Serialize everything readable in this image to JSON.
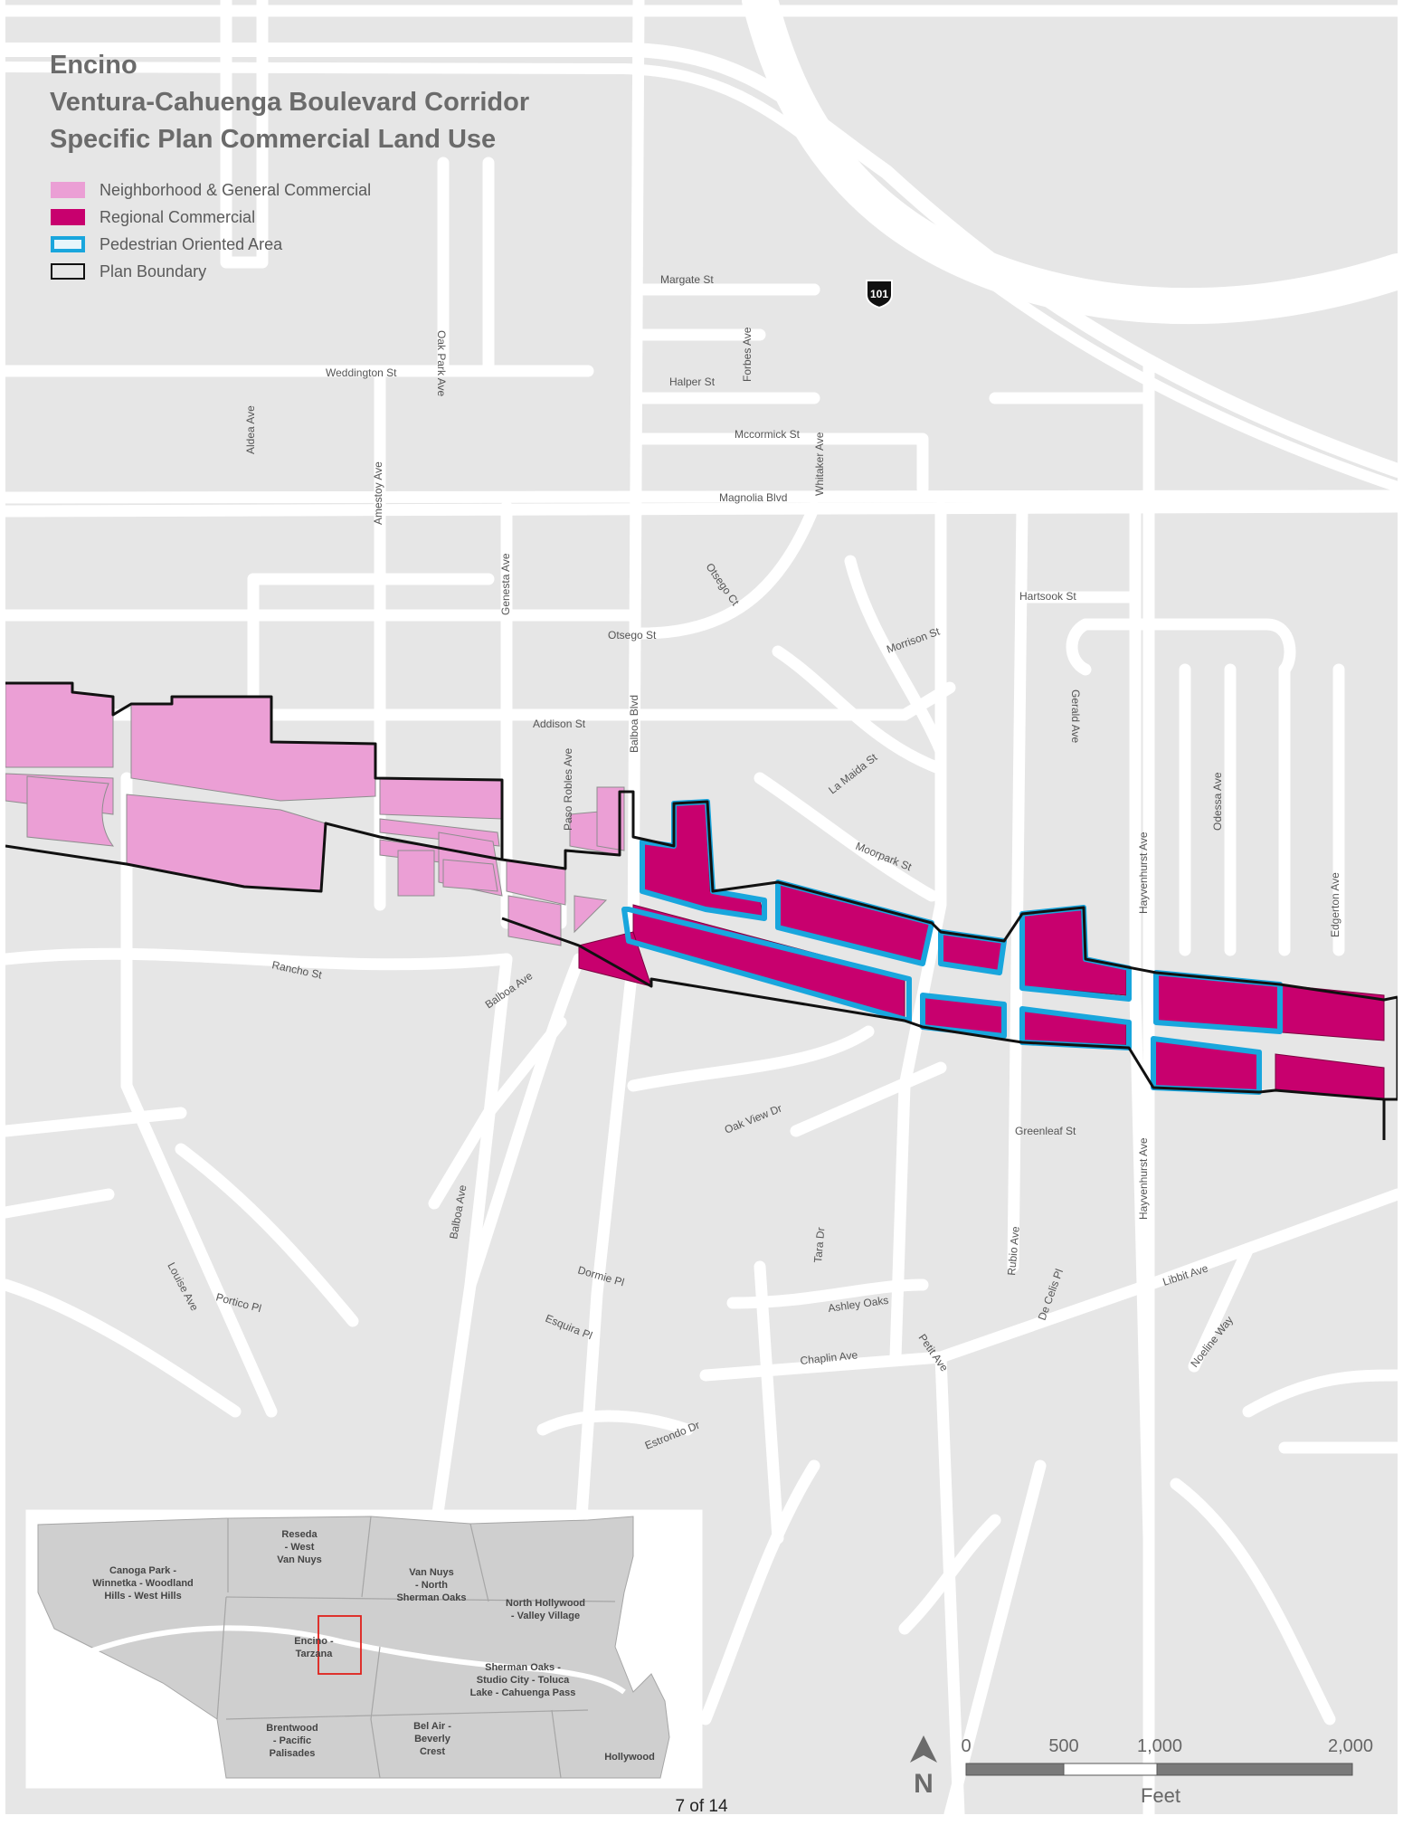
{
  "title": {
    "line1": "Encino",
    "line2": "Ventura-Cahuenga Boulevard Corridor",
    "line3": "Specific Plan Commercial Land Use"
  },
  "legend": [
    {
      "label": "Neighborhood & General Commercial",
      "kind": "fill",
      "color": "#eb9fd5"
    },
    {
      "label": "Regional Commercial",
      "kind": "fill",
      "color": "#c8006e"
    },
    {
      "label": "Pedestrian Oriented Area",
      "kind": "outline",
      "color": "#19a6dd"
    },
    {
      "label": "Plan Boundary",
      "kind": "outline",
      "color": "#111111"
    }
  ],
  "colors": {
    "background": "#e6e6e6",
    "street": "#ffffff",
    "neighborhood_commercial": "#eb9fd5",
    "regional_commercial": "#c8006e",
    "pedestrian_area": "#19a6dd",
    "boundary": "#111111",
    "inset_land": "#cfcfcf",
    "inset_highlight": "#e0201b"
  },
  "streets": {
    "margate": "Margate St",
    "weddington": "Weddington St",
    "halper": "Halper St",
    "mccormick": "Mccormick St",
    "magnolia": "Magnolia Blvd",
    "hartsook": "Hartsook St",
    "otsego_st": "Otsego St",
    "otsego_ct": "Otsego Ct",
    "morrison": "Morrison St",
    "addison": "Addison St",
    "la_maida": "La Maida St",
    "moorpark": "Moorpark St",
    "rancho": "Rancho St",
    "balboa_ave_n": "Balboa Ave",
    "balboa_ave_s": "Balboa Ave",
    "balboa_blvd": "Balboa Blvd",
    "oak_park": "Oak Park Ave",
    "forbes": "Forbes Ave",
    "whitaker": "Whitaker Ave",
    "aldea": "Aldea Ave",
    "amestoy": "Amestoy Ave",
    "genesta": "Genesta Ave",
    "paso_robles": "Paso Robles Ave",
    "gerald": "Gerald Ave",
    "odessa": "Odessa Ave",
    "edgerton": "Edgerton Ave",
    "hayvenhurst_n": "Hayvenhurst Ave",
    "hayvenhurst_s": "Hayvenhurst Ave",
    "oak_view": "Oak View Dr",
    "greenleaf": "Greenleaf St",
    "louise": "Louise Ave",
    "portico": "Portico Pl",
    "dormie": "Dormie Pl",
    "esquira": "Esquira Pl",
    "tara": "Tara Dr",
    "ashley_oaks": "Ashley Oaks",
    "rubio": "Rubio Ave",
    "de_celis": "De Celis Pl",
    "libbit": "Libbit Ave",
    "noeline": "Noeline Way",
    "chaplin": "Chaplin Ave",
    "petit": "Petit Ave",
    "estrondo": "Estrondo Dr"
  },
  "highway_shield": "101",
  "inset": {
    "areas": {
      "reseda": [
        "Reseda",
        "- West",
        "Van Nuys"
      ],
      "canoga": [
        "Canoga Park -",
        "Winnetka - Woodland",
        "Hills - West Hills"
      ],
      "van_nuys": [
        "Van Nuys",
        "- North",
        "Sherman Oaks"
      ],
      "north_hollywood": [
        "North Hollywood",
        "- Valley Village"
      ],
      "encino": [
        "Encino -",
        "Tarzana"
      ],
      "sherman_oaks": [
        "Sherman Oaks -",
        "Studio City - Toluca",
        "Lake - Cahuenga Pass"
      ],
      "brentwood": [
        "Brentwood",
        "- Pacific",
        "Palisades"
      ],
      "bel_air": [
        "Bel Air -",
        "Beverly",
        "Crest"
      ],
      "hollywood": [
        "Hollywood"
      ]
    }
  },
  "north_arrow": "N",
  "scale_bar": {
    "ticks": [
      "0",
      "500",
      "1,000",
      "2,000"
    ],
    "unit": "Feet"
  },
  "page_number": "7 of 14"
}
